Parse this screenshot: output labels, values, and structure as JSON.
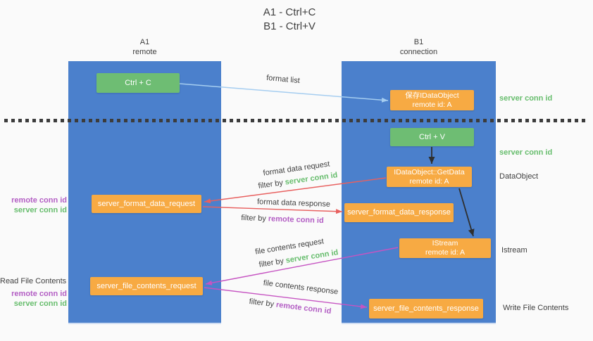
{
  "title": {
    "line1": "A1 - Ctrl+C",
    "line2": "B1 - Ctrl+V"
  },
  "lanes": {
    "a1": {
      "name": "A1",
      "role": "remote"
    },
    "b1": {
      "name": "B1",
      "role": "connection"
    }
  },
  "nodes": {
    "ctrl_c": "Ctrl + C",
    "ctrl_v": "Ctrl + V",
    "save_dataobject_line1": "保存IDataObject",
    "save_dataobject_line2": "remote id: A",
    "getdata_line1": "IDataObject::GetData",
    "getdata_line2": "remote id: A",
    "istream_line1": "IStream",
    "istream_line2": "remote id: A",
    "format_request": "server_format_data_request",
    "format_response": "server_format_data_response",
    "file_request": "server_file_contents_request",
    "file_response": "server_file_contents_response"
  },
  "annotations": {
    "right": {
      "server_conn_id_1": "server conn id",
      "server_conn_id_2": "server conn id",
      "dataobject": "DataObject",
      "istream": "Istream",
      "write_file": "Write File Contents"
    },
    "left": {
      "remote_conn_id_1": "remote conn id",
      "server_conn_id_1": "server conn id",
      "read_file": "Read File Contents",
      "remote_conn_id_2": "remote conn id",
      "server_conn_id_2": "server conn id"
    }
  },
  "arrows": {
    "format_list": "format list",
    "format_data_request": "format data request",
    "format_data_response": "format data response",
    "file_contents_request": "file contents request",
    "file_contents_response": "file contents response",
    "filter_by": "filter by ",
    "server_conn_id": "server conn id",
    "remote_conn_id": "remote conn id"
  },
  "colors": {
    "lane_blue": "#4b80cc",
    "node_green": "#6ebd73",
    "node_orange": "#f7aa43",
    "arrow_red": "#e8605f",
    "arrow_magenta": "#c654c2",
    "arrow_light_blue": "#a5cdf0",
    "arrow_black": "#2f2f2f",
    "text_green": "#67bd6d",
    "text_purple": "#b35ec4",
    "text_dark": "#3f3f3f"
  }
}
